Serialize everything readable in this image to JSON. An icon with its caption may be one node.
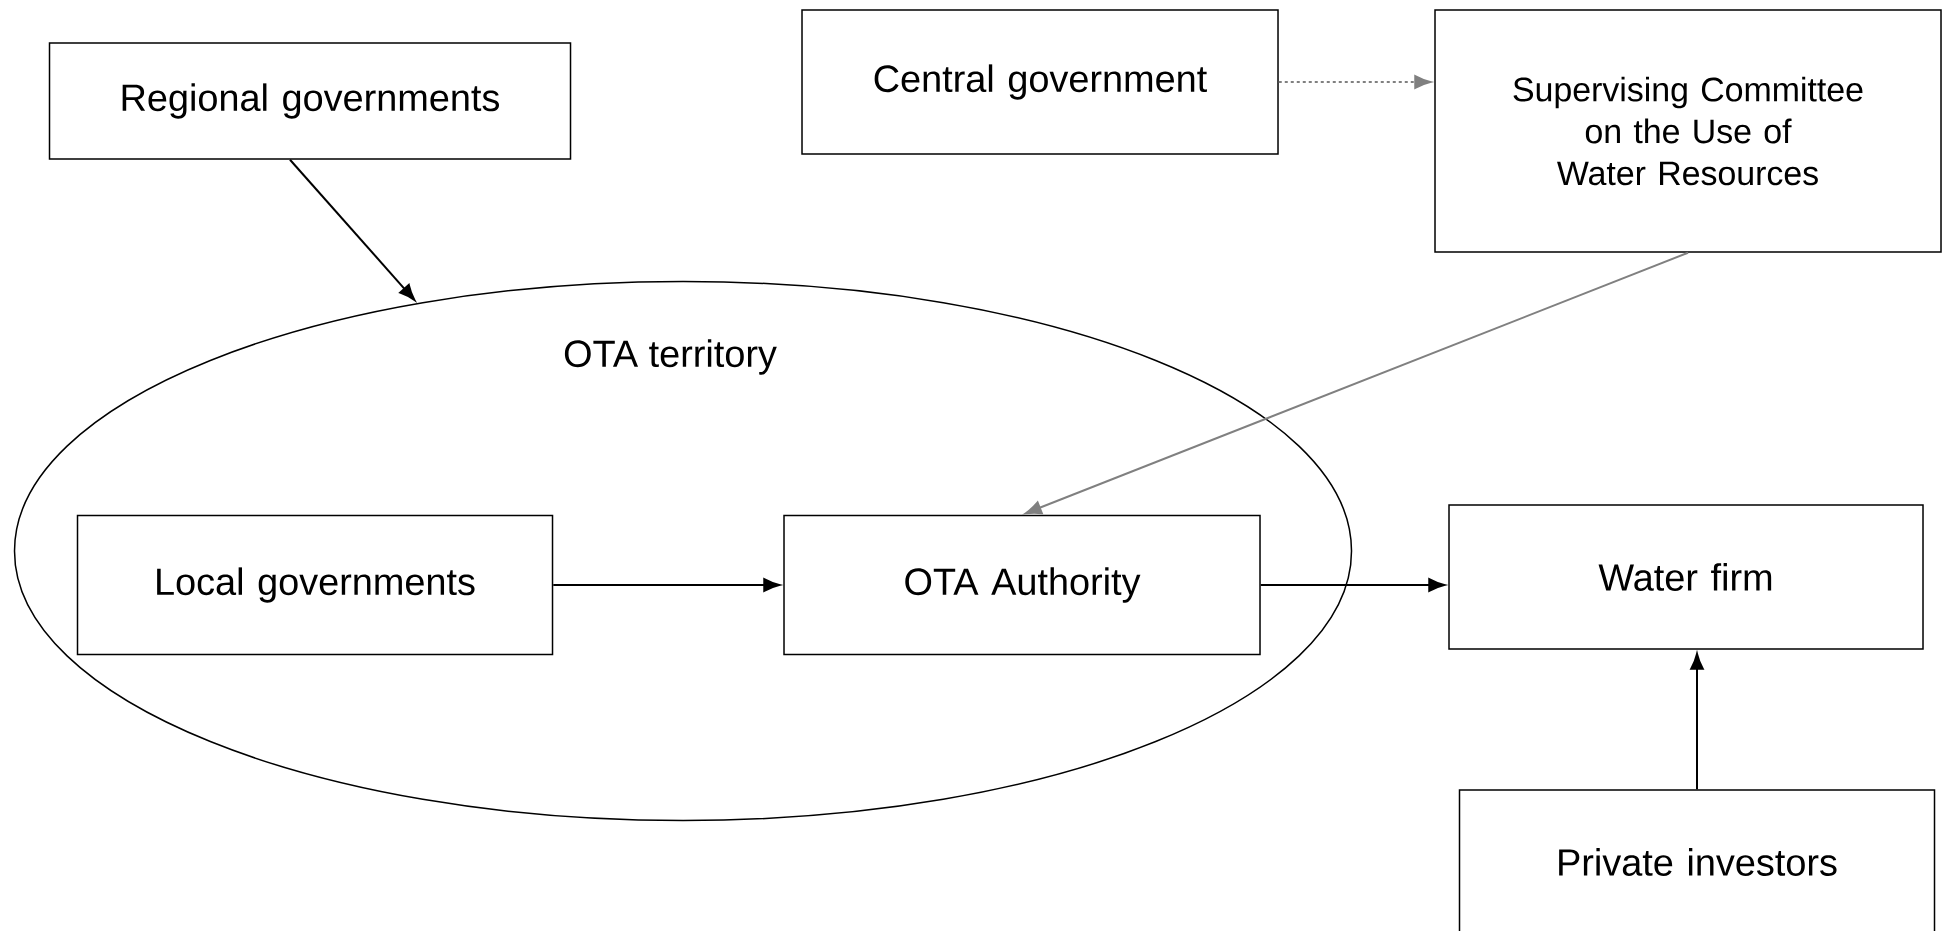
{
  "diagram": {
    "nodes": [
      {
        "text": [
          "Regional governments"
        ]
      },
      {
        "text": [
          "Central government"
        ]
      },
      {
        "text": [
          "Supervising Committee on the Use of Water Resources"
        ]
      },
      {
        "text": [
          "OTA territory"
        ]
      },
      {
        "text": [
          "Local governments"
        ],
        "in": 3
      },
      {
        "text": [
          "OTA Authority"
        ],
        "in": 3
      },
      {
        "text": [
          "Water firm"
        ]
      },
      {
        "text": [
          "Private investors"
        ]
      }
    ],
    "edges": [
      {
        "from": 0,
        "to": 3,
        "arrow": "to"
      },
      {
        "from": 1,
        "to": 2,
        "arrow": "to",
        "style": "dashed",
        "color": "#808080"
      },
      {
        "from": 2,
        "to": 5,
        "arrow": "to",
        "color": "#808080"
      },
      {
        "from": 4,
        "to": 5,
        "arrow": "to"
      },
      {
        "from": 5,
        "to": 6,
        "arrow": "to"
      },
      {
        "from": 7,
        "to": 6,
        "arrow": "to"
      }
    ]
  }
}
